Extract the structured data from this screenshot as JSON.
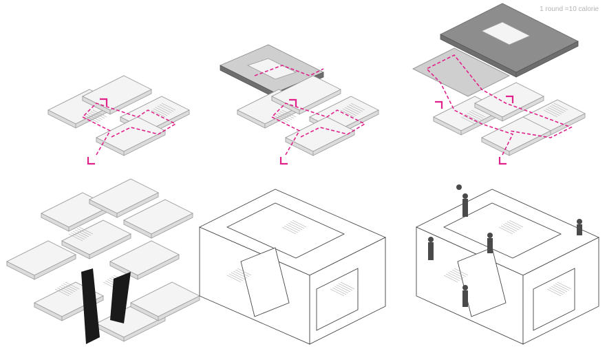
{
  "legend": {
    "caption": "1 round =10 calorie"
  },
  "colors": {
    "route": "#e0218a",
    "upper_level": "#8d8d8d",
    "core": "#1a1a1a"
  },
  "panels": [
    {
      "name": "route-one-level"
    },
    {
      "name": "route-two-levels"
    },
    {
      "name": "route-three-levels"
    },
    {
      "name": "stacked-levels-with-core"
    },
    {
      "name": "wireframe-volume"
    },
    {
      "name": "wireframe-with-people"
    }
  ]
}
